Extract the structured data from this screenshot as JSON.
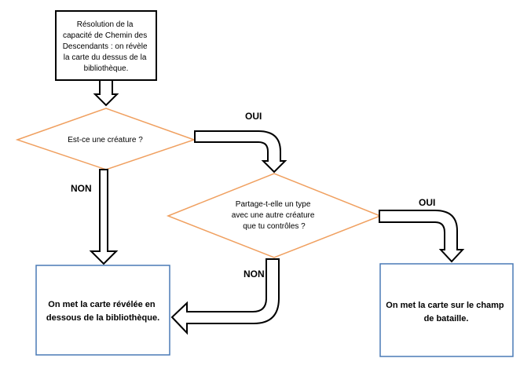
{
  "start": {
    "lines": [
      "Résolution de la",
      "capacité de Chemin des",
      "Descendants : on révèle",
      "la carte du dessus de la",
      "bibliothèque."
    ]
  },
  "decision1": {
    "lines": [
      "Est-ce une créature ?"
    ]
  },
  "decision2": {
    "lines": [
      "Partage-t-elle un type",
      "avec une autre créature",
      "que tu contrôles ?"
    ]
  },
  "result_library": {
    "lines": [
      "On met la carte révélée en",
      "dessous de la bibliothèque."
    ]
  },
  "result_battlefield": {
    "lines": [
      "On met la carte sur le champ",
      "de bataille."
    ]
  },
  "labels": {
    "yes1": "OUI",
    "no1": "NON",
    "yes2": "OUI",
    "no2": "NON"
  },
  "colors": {
    "decision_stroke": "#f0a060",
    "result_stroke": "#4a7ab5",
    "start_stroke": "#000000"
  }
}
